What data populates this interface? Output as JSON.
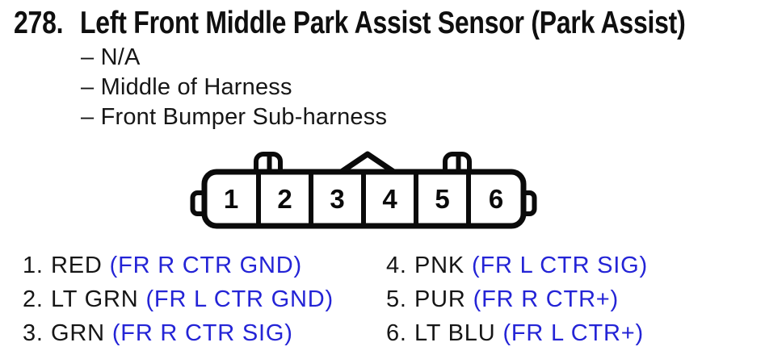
{
  "header": {
    "item_number": "278.",
    "title": "Left Front Middle Park Assist Sensor (Park Assist)",
    "details": [
      "– N/A",
      "– Middle of Harness",
      "– Front Bumper Sub-harness"
    ]
  },
  "connector": {
    "pin_labels": [
      "1",
      "2",
      "3",
      "4",
      "5",
      "6"
    ]
  },
  "pins": [
    {
      "num": "1.",
      "color": "RED",
      "circuit": "(FR R CTR GND)"
    },
    {
      "num": "2.",
      "color": "LT GRN",
      "circuit": "(FR L CTR GND)"
    },
    {
      "num": "3.",
      "color": "GRN",
      "circuit": "(FR R CTR SIG)"
    },
    {
      "num": "4.",
      "color": "PNK",
      "circuit": "(FR L CTR SIG)"
    },
    {
      "num": "5.",
      "color": "PUR",
      "circuit": "(FR R CTR+)"
    },
    {
      "num": "6.",
      "color": "LT BLU",
      "circuit": "(FR L CTR+)"
    }
  ],
  "colors": {
    "circuit_label_blue": "#2424d6",
    "text_black": "#141414",
    "diagram_line_black": "#0a0a0a"
  }
}
